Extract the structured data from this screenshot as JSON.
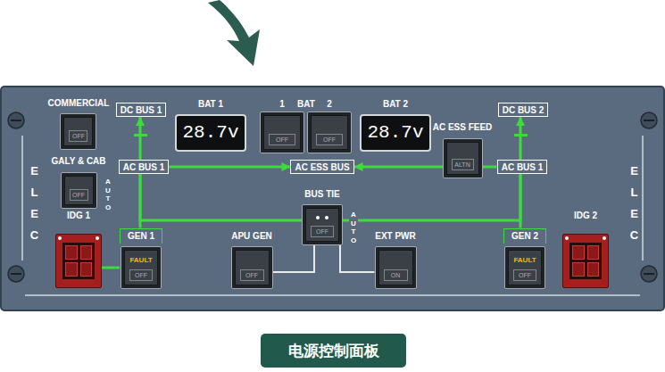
{
  "diagram": {
    "caption": "电源控制面板",
    "nodes": [
      {
        "text": [
          "COMMERCIAL",
          "OFF"
        ]
      },
      {
        "text": [
          "DC BUS 1"
        ]
      },
      {
        "text": [
          "BAT 1",
          "28.7v"
        ]
      },
      {
        "text": [
          "1",
          "OFF"
        ]
      },
      {
        "text": [
          "2",
          "OFF"
        ]
      },
      {
        "text": [
          "BAT 2",
          "28.7v"
        ]
      },
      {
        "text": [
          "DC BUS 2"
        ]
      },
      {
        "text": [
          "GALY & CAB",
          "OFF"
        ]
      },
      {
        "text": [
          "AC BUS 1"
        ]
      },
      {
        "text": [
          "AC ESS BUS"
        ]
      },
      {
        "text": [
          "AC ESS FEED",
          "ALTN"
        ]
      },
      {
        "text": [
          "AC BUS 1"
        ]
      },
      {
        "text": [
          "BUS TIE",
          "OFF"
        ]
      },
      {
        "text": [
          "IDG 1"
        ]
      },
      {
        "text": [
          "GEN 1",
          "FAULT",
          "OFF"
        ]
      },
      {
        "text": [
          "APU GEN",
          "OFF"
        ]
      },
      {
        "text": [
          "EXT PWR",
          "ON"
        ]
      },
      {
        "text": [
          "GEN 2",
          "FAULT",
          "OFF"
        ]
      },
      {
        "text": [
          "IDG 2"
        ]
      }
    ],
    "edges": [
      {
        "from": 8,
        "to": 1,
        "arrow": "to"
      },
      {
        "from": 11,
        "to": 6,
        "arrow": "to"
      },
      {
        "from": 8,
        "to": 9,
        "arrow": "to"
      },
      {
        "from": 11,
        "to": 9,
        "arrow": "to"
      },
      {
        "from": 14,
        "to": 8,
        "arrow": "none"
      },
      {
        "from": 17,
        "to": 11,
        "arrow": "none"
      },
      {
        "from": 12,
        "to": 8,
        "arrow": "none"
      },
      {
        "from": 12,
        "to": 11,
        "arrow": "none"
      },
      {
        "from": 13,
        "to": 14,
        "arrow": "none"
      },
      {
        "from": 15,
        "to": 12,
        "arrow": "none"
      },
      {
        "from": 16,
        "to": 12,
        "arrow": "none"
      }
    ],
    "labels": [
      "BAT",
      "AUTO",
      "AUTO",
      "ELEC",
      "ELEC"
    ]
  }
}
